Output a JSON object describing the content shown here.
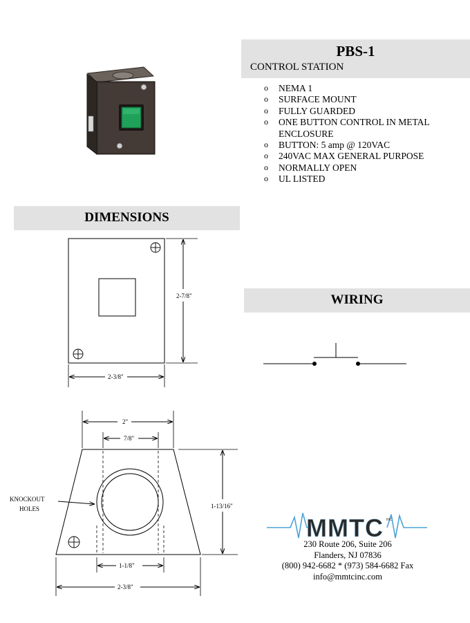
{
  "header": {
    "model": "PBS-1",
    "subtitle": "CONTROL STATION"
  },
  "features": [
    "NEMA 1",
    "SURFACE MOUNT",
    "FULLY GUARDED",
    "ONE BUTTON CONTROL  IN METAL ENCLOSURE",
    "BUTTON: 5 amp @ 120VAC",
    "240VAC MAX GENERAL PURPOSE",
    "NORMALLY OPEN",
    "UL LISTED"
  ],
  "sections": {
    "dimensions": "DIMENSIONS",
    "wiring": "WIRING"
  },
  "front_view": {
    "height_label": "2-7/8\"",
    "width_label": "2-3/8\""
  },
  "side_view": {
    "top_width_label": "2\"",
    "inner_width_label": "7/8\"",
    "height_label": "1-13/16\"",
    "knockout_label_line1": "KNOCKOUT",
    "knockout_label_line2": "HOLES",
    "bottom_inner_label": "1-1/8\"",
    "bottom_width_label": "2-3/8\""
  },
  "company": {
    "logo": "MMTC",
    "logo_small": "INC",
    "address1": "230 Route 206, Suite 206",
    "address2": "Flanders, NJ 07836",
    "phone": "(800) 942-6682 * (973) 584-6682 Fax",
    "email": "info@mmtcinc.com"
  },
  "colors": {
    "banner": "#e2e2e2",
    "button": "#1fa15a",
    "enclosure": "#3a3330",
    "logo_wave": "#4aa3d8"
  }
}
